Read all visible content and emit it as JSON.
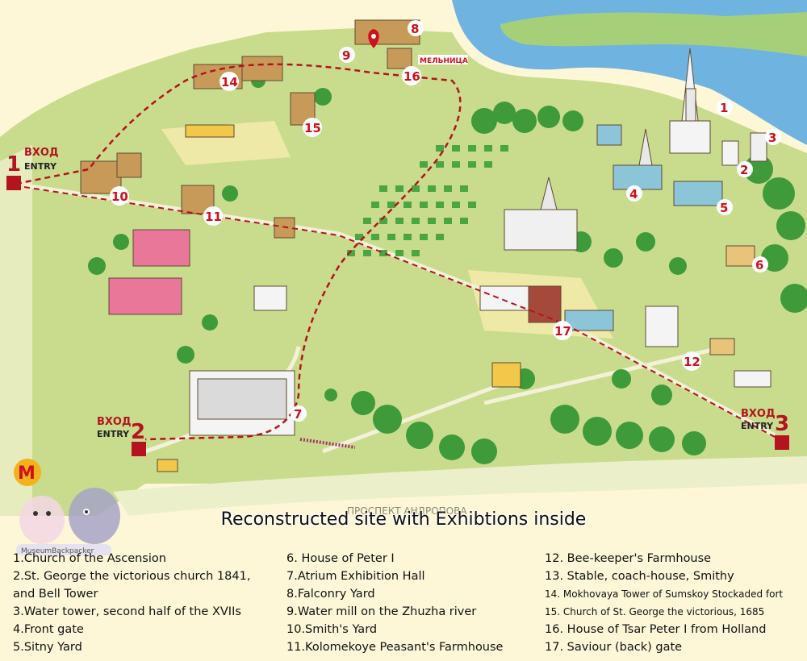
{
  "caption": "Reconstructed site with Exhibtions inside",
  "watermark_text": "MuseumBackpacker",
  "mill_label": "МЕЛЬНИЦА",
  "road_label": "ПРОСПЕКТ АНДРОПОВА",
  "entries": [
    {
      "num": "1",
      "ru": "ВХОД",
      "en": "ENTRY"
    },
    {
      "num": "2",
      "ru": "ВХОД",
      "en": "ENTRY"
    },
    {
      "num": "3",
      "ru": "ВХОД",
      "en": "ENTRY"
    }
  ],
  "markers": [
    "1",
    "2",
    "3",
    "4",
    "5",
    "6",
    "7",
    "8",
    "9",
    "10",
    "11",
    "12",
    "14",
    "15",
    "16",
    "17"
  ],
  "legend": {
    "col1": [
      "1.Church of the Ascension",
      "2.St. George the victorious church 1841,",
      "and Bell Tower",
      "3.Water tower, second half of the XVIIs",
      "4.Front gate",
      "5.Sitny Yard"
    ],
    "col2": [
      "6. House of Peter I",
      "7.Atrium Exhibition Hall",
      "8.Falconry Yard",
      "9.Water mill on the Zhuzha river",
      "10.Smith's Yard",
      "11.Kolomekoye Peasant's Farmhouse"
    ],
    "col3": [
      "12. Bee-keeper's Farmhouse",
      "13. Stable, coach-house, Smithy",
      "14. Mokhovaya Tower of Sumskoy Stockaded fort",
      "15. Church of St. George the victorious, 1685",
      "16. House of Tsar Peter I from Holland",
      "17. Saviour (back) gate"
    ]
  },
  "colors": {
    "ground": "#c9dc8e",
    "river": "#6fb4e0",
    "tree": "#3f9a3a",
    "path": "#b3141d",
    "background": "#fdf7d8"
  }
}
